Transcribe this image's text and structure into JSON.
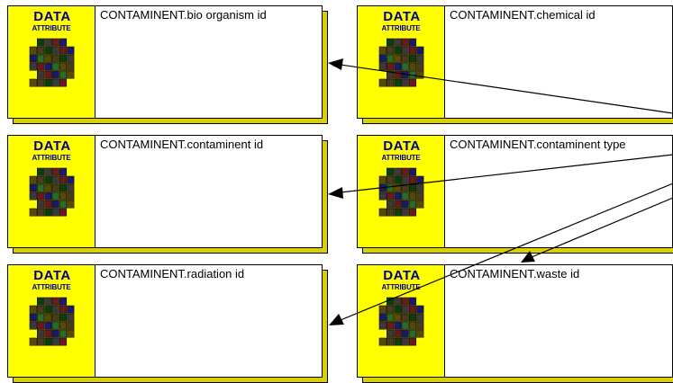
{
  "icon": {
    "name": "data-attribute-icon",
    "title": "DATA",
    "subtitle": "ATTRIBUTE"
  },
  "colors": {
    "node_fill": "#ffff00",
    "node_shadow": "#d8d000",
    "badge_text": "#00008a",
    "edge": "#000000"
  },
  "nodes": [
    {
      "id": "bio-organism-id",
      "label": "CONTAMINENT.bio organism id"
    },
    {
      "id": "chemical-id",
      "label": "CONTAMINENT.chemical id"
    },
    {
      "id": "contaminent-id",
      "label": "CONTAMINENT.contaminent id"
    },
    {
      "id": "contaminent-type",
      "label": "CONTAMINENT.contaminent type"
    },
    {
      "id": "radiation-id",
      "label": "CONTAMINENT.radiation id"
    },
    {
      "id": "waste-id",
      "label": "CONTAMINENT.waste id"
    }
  ],
  "edges": [
    {
      "from": "chemical-id",
      "to": "bio-organism-id"
    },
    {
      "from": "contaminent-type",
      "to": "contaminent-id"
    },
    {
      "from": "contaminent-type",
      "to": "radiation-id"
    },
    {
      "from": "contaminent-type",
      "to": "waste-id"
    }
  ]
}
